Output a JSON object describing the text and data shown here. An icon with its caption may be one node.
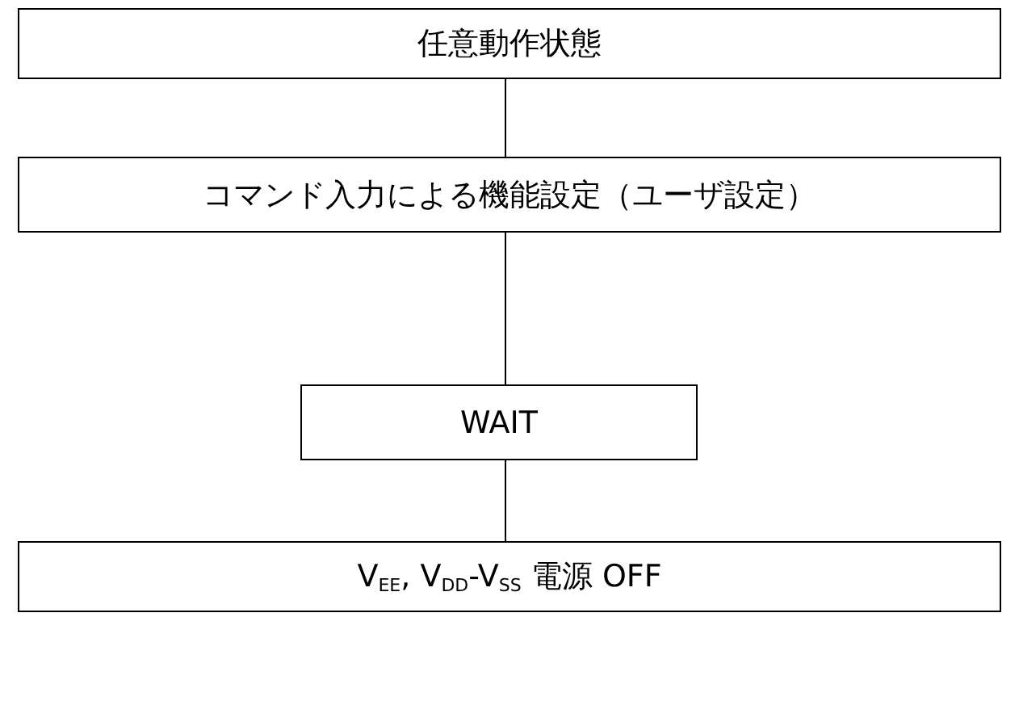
{
  "diagram": {
    "nodes": [
      {
        "text": [
          "任意動作状態"
        ]
      },
      {
        "text": [
          "コマンド入力による機能設定（ユーザ設定）"
        ]
      },
      {
        "text": [
          "WAIT"
        ]
      },
      {
        "text": [
          "V$_{EE}$, V$_{DD}$-V$_{SS}$ 電源 OFF"
        ]
      }
    ],
    "edges": [
      {
        "from": 0,
        "to": 1,
        "arrow": "none"
      },
      {
        "from": 1,
        "to": 2,
        "arrow": "none"
      },
      {
        "from": 2,
        "to": 3,
        "arrow": "none"
      }
    ]
  }
}
